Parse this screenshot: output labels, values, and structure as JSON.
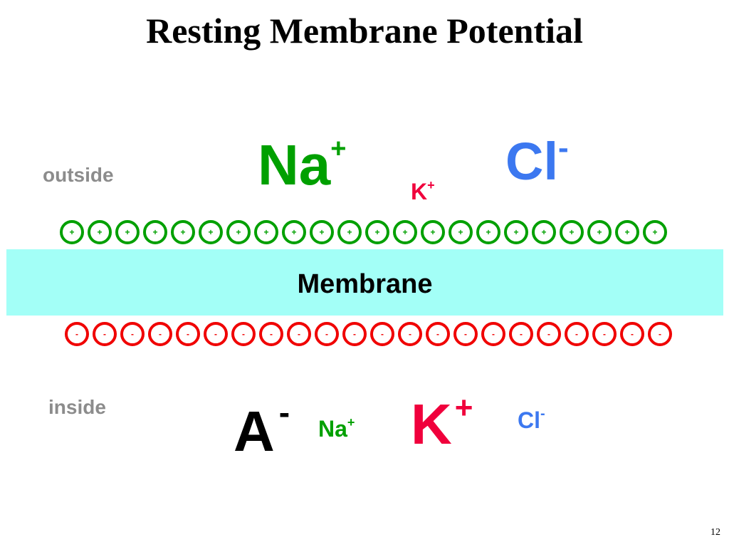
{
  "title": "Resting Membrane Potential",
  "outside_label": "outside",
  "inside_label": "inside",
  "membrane_label": "Membrane",
  "outside_ions": [
    {
      "symbol": "Na",
      "charge": "+",
      "color": "#00a000"
    },
    {
      "symbol": "K",
      "charge": "+",
      "color": "#f0003c"
    },
    {
      "symbol": "Cl",
      "charge": "-",
      "color": "#3c78f0"
    }
  ],
  "inside_ions": [
    {
      "symbol": "A",
      "charge": "-",
      "color": "#000000"
    },
    {
      "symbol": "Na",
      "charge": "+",
      "color": "#00a000"
    },
    {
      "symbol": "K",
      "charge": "+",
      "color": "#f0003c"
    },
    {
      "symbol": "Cl",
      "charge": "-",
      "color": "#3c78f0"
    }
  ],
  "outer_charges": {
    "symbol": "+",
    "count": 22,
    "color": "#00a000"
  },
  "inner_charges": {
    "symbol": "-",
    "count": 22,
    "color": "#f00000"
  },
  "membrane_color": "#a3fff7",
  "page_number": "12"
}
